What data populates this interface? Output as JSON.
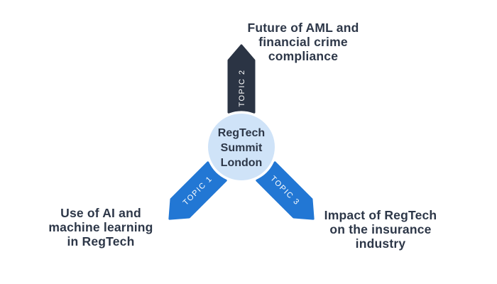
{
  "diagram": {
    "center": {
      "label": "RegTech\nSummit\nLondon"
    },
    "topics": [
      {
        "tag": "TOPIC 1",
        "label": "Use of AI and\nmachine learning\nin RegTech",
        "direction": "bottom-left"
      },
      {
        "tag": "TOPIC 2",
        "label": "Future of AML and\nfinancial crime\ncompliance",
        "direction": "top"
      },
      {
        "tag": "TOPIC 3",
        "label": "Impact of RegTech\non the insurance\nindustry",
        "direction": "bottom-right"
      }
    ],
    "colors": {
      "blue_arrow": "#2277d4",
      "dark_arrow": "#2b3444",
      "circle_fill": "#cfe3f8",
      "text": "#2d3748",
      "tag_text": "#ffffff",
      "background": "#ffffff"
    }
  }
}
